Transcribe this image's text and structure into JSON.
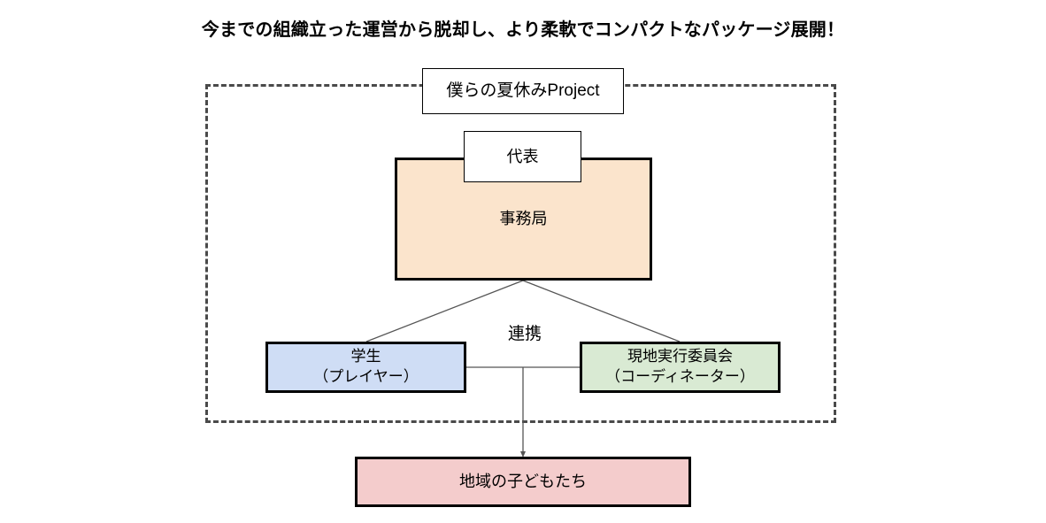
{
  "page": {
    "title": "今までの組織立った運営から脱却し、より柔軟でコンパクトなパッケージ展開！",
    "background_color": "#ffffff"
  },
  "diagram": {
    "container": {
      "name": "dashed-boundary",
      "border_style": "dashed",
      "border_color": "#4a4a4a"
    },
    "nodes": [
      {
        "id": "project",
        "label": "僕らの夏休みProject",
        "fill": "#ffffff",
        "border": "#000000"
      },
      {
        "id": "representative",
        "label": "代表",
        "fill": "#ffffff",
        "border": "#000000"
      },
      {
        "id": "secretariat",
        "label": "事務局",
        "fill": "#fbe4cc",
        "border": "#000000"
      },
      {
        "id": "students",
        "label": "学生\n（プレイヤー）",
        "fill": "#cfddf5",
        "border": "#000000"
      },
      {
        "id": "committee",
        "label": "現地実行委員会\n（コーディネーター）",
        "fill": "#d9ead3",
        "border": "#000000"
      },
      {
        "id": "children",
        "label": "地域の子どもたち",
        "fill": "#f4cccc",
        "border": "#000000"
      }
    ],
    "edge_labels": [
      {
        "id": "cooperation",
        "label": "連携"
      }
    ],
    "edges": [
      {
        "from": "secretariat",
        "to": "students",
        "style": "line"
      },
      {
        "from": "secretariat",
        "to": "committee",
        "style": "line"
      },
      {
        "from": "students",
        "to": "committee",
        "style": "line"
      },
      {
        "from": "cooperation-junction",
        "to": "children",
        "style": "arrow"
      }
    ]
  }
}
